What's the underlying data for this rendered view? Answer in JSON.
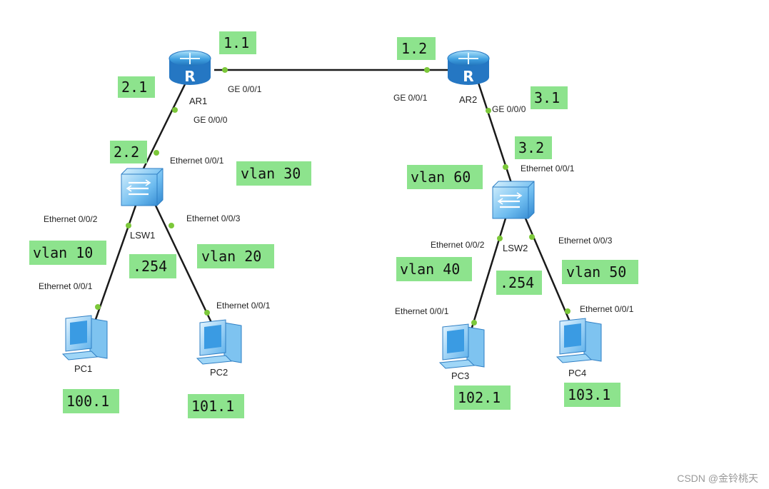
{
  "palette": {
    "tag": "#8de38d",
    "link": "#1a1a1a",
    "port_dot": "#7cc83a",
    "device": "#2f8fd8",
    "device_light": "#8ed1f5"
  },
  "devices": {
    "ar1": "AR1",
    "ar2": "AR2",
    "lsw1": "LSW1",
    "lsw2": "LSW2",
    "pc1": "PC1",
    "pc2": "PC2",
    "pc3": "PC3",
    "pc4": "PC4"
  },
  "ports": {
    "ar1_g001": "GE 0/0/1",
    "ar1_g000": "GE 0/0/0",
    "ar2_g001": "GE 0/0/1",
    "ar2_g000": "GE 0/0/0",
    "lsw1_e1": "Ethernet 0/0/1",
    "lsw1_e2": "Ethernet 0/0/2",
    "lsw1_e3": "Ethernet 0/0/3",
    "pc1_e1": "Ethernet 0/0/1",
    "pc2_e1": "Ethernet 0/0/1",
    "lsw2_e1": "Ethernet 0/0/1",
    "lsw2_e2": "Ethernet 0/0/2",
    "lsw2_e3": "Ethernet 0/0/3",
    "pc3_e1": "Ethernet 0/0/1",
    "pc4_e1": "Ethernet 0/0/1"
  },
  "tags": {
    "ar1_link_ip": "1.1",
    "ar2_link_ip": "1.2",
    "ar1_lan_ip": "2.1",
    "lsw1_up_ip": "2.2",
    "ar2_lan_ip": "3.1",
    "lsw2_up_ip": "3.2",
    "vlan30": "vlan 30",
    "vlan60": "vlan 60",
    "vlan10": "vlan 10",
    "vlan20": "vlan 20",
    "lsw1_gw": ".254",
    "vlan40": "vlan 40",
    "vlan50": "vlan 50",
    "lsw2_gw": ".254",
    "pc1_ip": "100.1",
    "pc2_ip": "101.1",
    "pc3_ip": "102.1",
    "pc4_ip": "103.1"
  },
  "watermark": "CSDN @金铃桃天"
}
